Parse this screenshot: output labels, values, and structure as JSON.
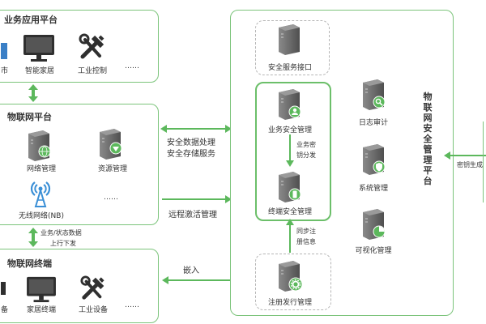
{
  "top_panel": {
    "title": "业务应用平台",
    "items": [
      "市",
      "智能家居",
      "工业控制",
      "……"
    ]
  },
  "middle_panel": {
    "title": "物联网平台",
    "items": [
      "网络管理",
      "资源管理",
      "无线网络(NB)",
      "……"
    ]
  },
  "bottom_panel": {
    "title": "物联网终端",
    "items": [
      "备",
      "家居终端",
      "工业设备",
      "……"
    ]
  },
  "link_labels": {
    "data_processing": "安全数据处理",
    "data_storage": "安全存储服务",
    "remote_activation": "远程激活管理",
    "embed": "嵌入",
    "service_data_1": "业务/状态数据",
    "service_data_2": "上行下发"
  },
  "security_platform": {
    "title": "物联网安全管理平台",
    "security_interface": "安全服务接口",
    "business_security": "业务安全管理",
    "key_distribution_1": "业务密",
    "key_distribution_2": "钥分发",
    "terminal_security": "终端安全管理",
    "sync_reg_1": "同步注",
    "sync_reg_2": "册信息",
    "registration": "注册发行管理",
    "log_audit": "日志审计",
    "system_management": "系统管理",
    "visual_management": "可视化管理",
    "key_generation": "密钥生成"
  },
  "colors": {
    "accent": "#5cb85c",
    "panel_border": "#7cc47b",
    "server": "#6f6f6f"
  }
}
